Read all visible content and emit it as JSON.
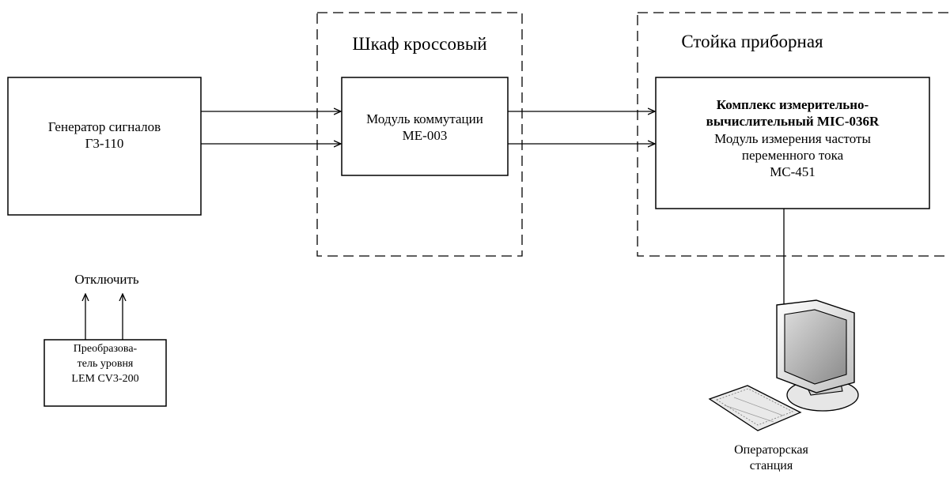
{
  "cabinet": {
    "title": "Шкаф кроссовый"
  },
  "rack": {
    "title": "Стойка приборная"
  },
  "generator": {
    "line1": "Генератор сигналов",
    "line2": "Г3-110"
  },
  "switch_module": {
    "line1": "Модуль коммутации",
    "line2": "МЕ-003"
  },
  "complex": {
    "bold_line1": "Комплекс измерительно-",
    "bold_line2": "вычислительный MIC-036R",
    "line3": "Модуль измерения частоты",
    "line4": "переменного тока",
    "line5": "МС-451"
  },
  "disconnect": {
    "label": "Отключить"
  },
  "converter": {
    "line1": "Преобразова-",
    "line2": "тель уровня",
    "line3": "LEM CV3-200"
  },
  "operator_station": {
    "line1": "Операторская",
    "line2": "станция"
  }
}
